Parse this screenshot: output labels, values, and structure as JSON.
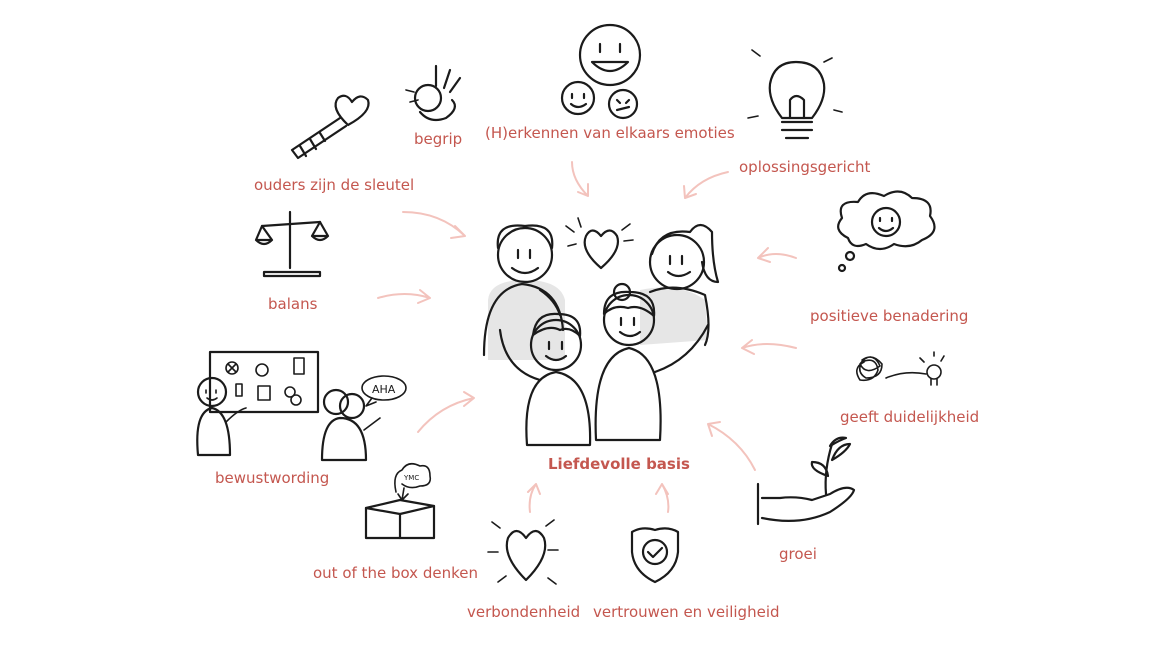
{
  "center": {
    "label": "Liefdevolle basis"
  },
  "nodes": [
    {
      "id": "begrip",
      "label": "begrip",
      "icon": "ok-hand-icon"
    },
    {
      "id": "emoties",
      "label": "(H)erkennen van elkaars emoties",
      "icon": "smiley-faces-icon"
    },
    {
      "id": "oplossingsgericht",
      "label": "oplossingsgericht",
      "icon": "lightbulb-icon"
    },
    {
      "id": "sleutel",
      "label": "ouders zijn de sleutel",
      "icon": "heart-key-icon"
    },
    {
      "id": "balans",
      "label": "balans",
      "icon": "scales-icon"
    },
    {
      "id": "positief",
      "label": "positieve benadering",
      "icon": "thought-cloud-icon"
    },
    {
      "id": "duidelijkheid",
      "label": "geeft duidelijkheid",
      "icon": "tangle-to-lightbulb-icon"
    },
    {
      "id": "bewustwording",
      "label": "bewustwording",
      "icon": "whiteboard-people-icon"
    },
    {
      "id": "outofbox",
      "label": "out of the box denken",
      "icon": "open-box-icon"
    },
    {
      "id": "groei",
      "label": "groei",
      "icon": "hand-plant-icon"
    },
    {
      "id": "verbondenheid",
      "label": "verbondenheid",
      "icon": "heart-icon"
    },
    {
      "id": "vertrouwen",
      "label": "vertrouwen en veiligheid",
      "icon": "shield-check-icon"
    }
  ],
  "decor": {
    "speech_bubble": "AHA",
    "cloud_text": "YMC"
  },
  "colors": {
    "label": "#c4574f",
    "arrow": "#f3c3bd",
    "ink": "#1b1b1b"
  }
}
